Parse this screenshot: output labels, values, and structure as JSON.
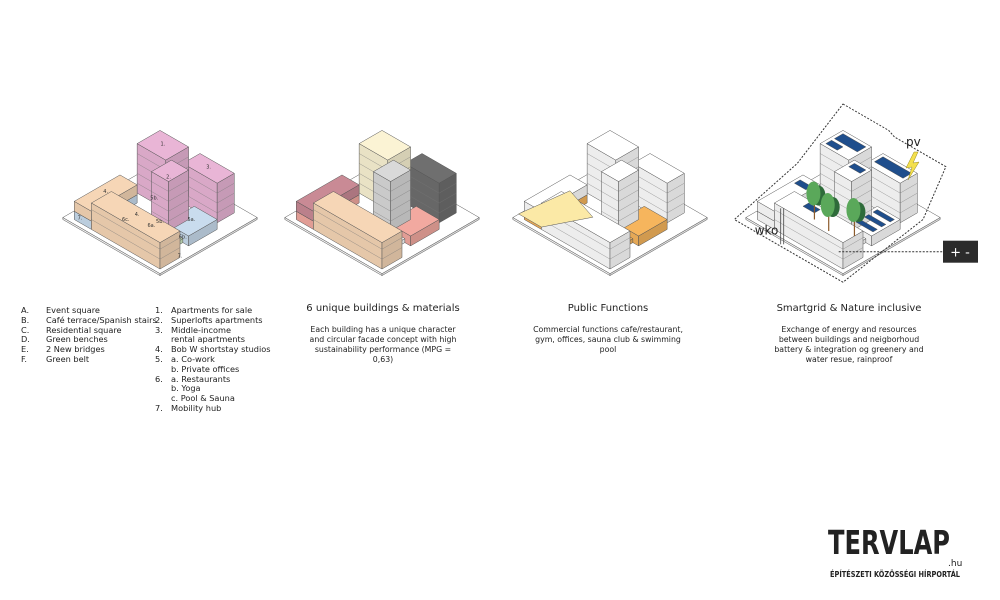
{
  "legend_letters": [
    {
      "key": "A.",
      "label": "Event square"
    },
    {
      "key": "B.",
      "label": "Café terrace/Spanish stairs"
    },
    {
      "key": "C.",
      "label": "Residential square"
    },
    {
      "key": "D.",
      "label": "Green benches"
    },
    {
      "key": "E.",
      "label": "2 New bridges"
    },
    {
      "key": "F.",
      "label": "Green belt"
    }
  ],
  "legend_numbers": [
    {
      "key": "1.",
      "label": "Apartments for sale"
    },
    {
      "key": "2.",
      "label": "Superlofts apartments"
    },
    {
      "key": "3.",
      "label": "Middle-income"
    },
    {
      "key": "",
      "label": "rental apartments"
    },
    {
      "key": "4.",
      "label": "Bob W shortstay studios"
    },
    {
      "key": "5.",
      "label": "a. Co-work"
    },
    {
      "key": "",
      "label": "b. Private offices"
    },
    {
      "key": "6.",
      "label": "a. Restaurants"
    },
    {
      "key": "",
      "label": "b. Yoga"
    },
    {
      "key": "",
      "label": "c.  Pool & Sauna"
    },
    {
      "key": "7.",
      "label": "Mobility hub"
    }
  ],
  "diagram1_labels": {
    "b1": "1.",
    "b2": "2.",
    "b3": "3.",
    "b4": "4.",
    "b4b": "4.",
    "l5a": "5a.",
    "l5b": "5b.",
    "l5b2": "5b.",
    "l6a": "6a.",
    "l6b": "6b.",
    "l6c": "6c.",
    "l7": "7.",
    "l7b": "7."
  },
  "materials": {
    "title": "6 unique buildings & materials",
    "text": "Each building has a unique character and circular facade concept with high sustainability performance (MPG = 0,63)"
  },
  "public": {
    "title": "Public Functions",
    "text": "Commercial functions cafe/restaurant, gym, offices, sauna club & swimming pool"
  },
  "smartgrid": {
    "title": "Smartgrid &  Nature inclusive",
    "text": "Exchange of energy and resources between buildings and neigborhoud battery & integration og greenery and water resue, rainproof",
    "pv_label": "pv",
    "wko_label": "wko",
    "battery_label": "+ -"
  },
  "logo": {
    "main": "TERVLAP",
    "suffix": ".hu",
    "tagline": "ÉPÍTÉSZETI KÖZÖSSÉGI HÍRPORTÁL"
  },
  "colors": {
    "pink": "#e9b5d6",
    "orange": "#f6d6b6",
    "blue": "#c9dcee",
    "green": "#cfe9c2",
    "pv": "#1f4e8c",
    "tree": "#5aa85a",
    "accent_orange": "#f6b55d"
  }
}
